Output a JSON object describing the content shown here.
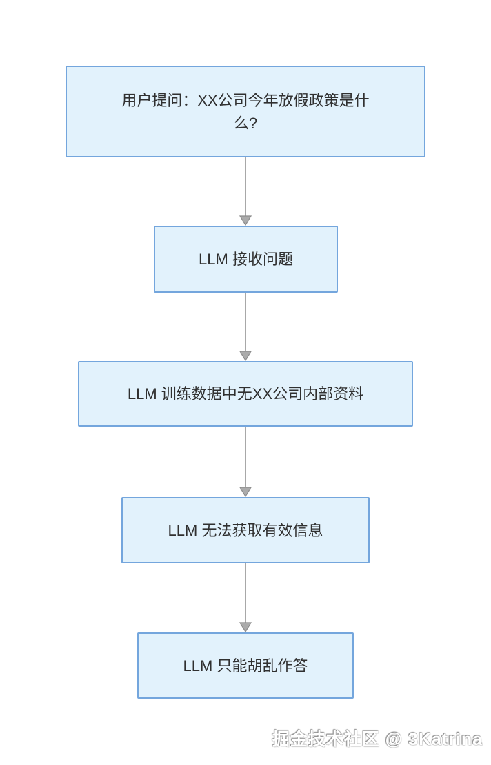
{
  "flowchart": {
    "nodes": [
      {
        "id": "user-question",
        "label": "用户提问：XX公司今年放假政策是什\n么?"
      },
      {
        "id": "llm-receives",
        "label": "LLM 接收问题"
      },
      {
        "id": "no-internal-data",
        "label": "LLM 训练数据中无XX公司内部资料"
      },
      {
        "id": "no-valid-info",
        "label": "LLM 无法获取有效信息"
      },
      {
        "id": "random-answer",
        "label": "LLM 只能胡乱作答"
      }
    ],
    "colors": {
      "node_fill": "#e2f2fc",
      "node_border": "#74a6dd",
      "arrow": "#a8a8a8",
      "text": "#303030"
    }
  },
  "watermark": {
    "text": "掘金技术社区 @ 3Katrina"
  }
}
